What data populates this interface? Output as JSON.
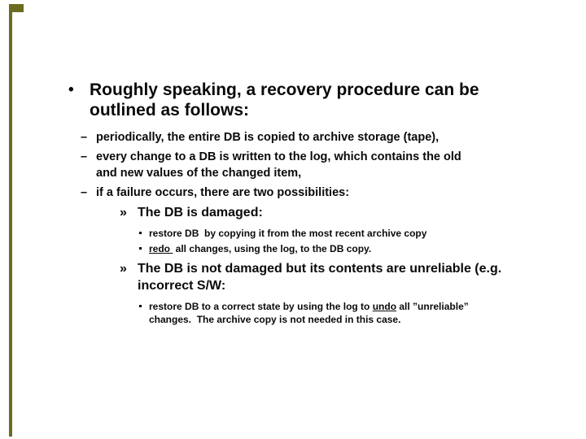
{
  "colors": {
    "accent": "#6b6b22",
    "text": "#0a0a0a",
    "background": "#ffffff"
  },
  "slide": {
    "markers": {
      "level1": "•",
      "level2": "–",
      "level3": "»"
    },
    "title": "Roughly speaking, a recovery procedure can be\noutlined as follows:",
    "level2_items": [
      "periodically, the entire DB is copied to archive storage (tape),",
      "every change to a DB is written to the log, which contains the old\nand new values of the changed item,",
      "if a failure occurs, there are two possibilities:"
    ],
    "case1": {
      "heading": "The DB is damaged:",
      "items": [
        {
          "pre": "restore DB  by copying it from the most recent archive copy",
          "underline": "",
          "post": ""
        },
        {
          "pre": "",
          "underline": "redo ",
          "post": " all changes, using the log, to the DB copy."
        }
      ]
    },
    "case2": {
      "heading": "The DB is not damaged but its contents are unreliable (e.g.\nincorrect S/W:",
      "items": [
        {
          "pre": "restore DB to a correct state by using the log to ",
          "underline": "undo",
          "post": " all ”unreliable”\nchanges.  The archive copy is not needed in this case."
        }
      ]
    }
  }
}
